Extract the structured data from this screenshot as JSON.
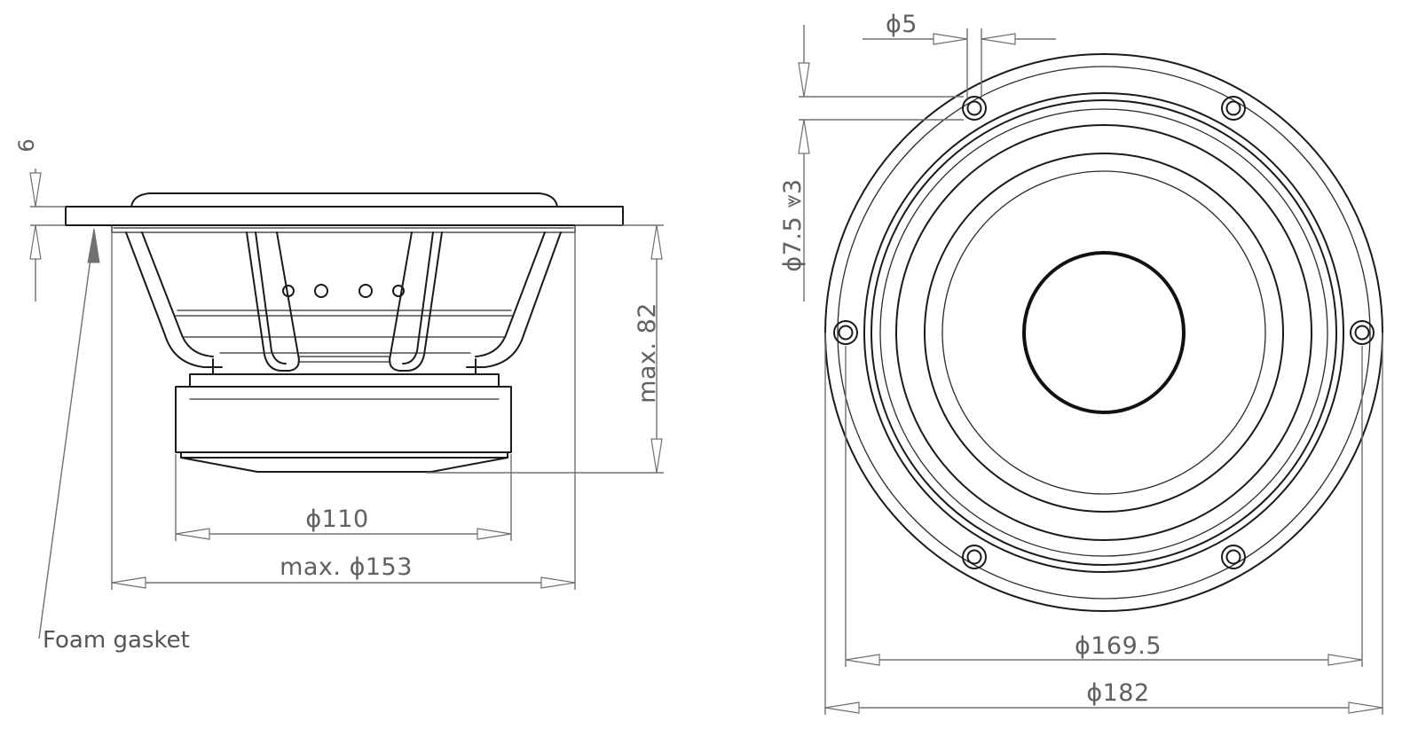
{
  "side_view": {
    "dim_thickness": "6",
    "dim_depth": "max. 82",
    "dim_magnet": "ϕ110",
    "dim_basket": "max. ϕ153",
    "foam_label": "Foam gasket"
  },
  "front_view": {
    "dim_hole": "ϕ5",
    "dim_counterbore": "ϕ7.5 ⩔3",
    "dim_bolt_circle": "ϕ169.5",
    "dim_outer": "ϕ182"
  }
}
